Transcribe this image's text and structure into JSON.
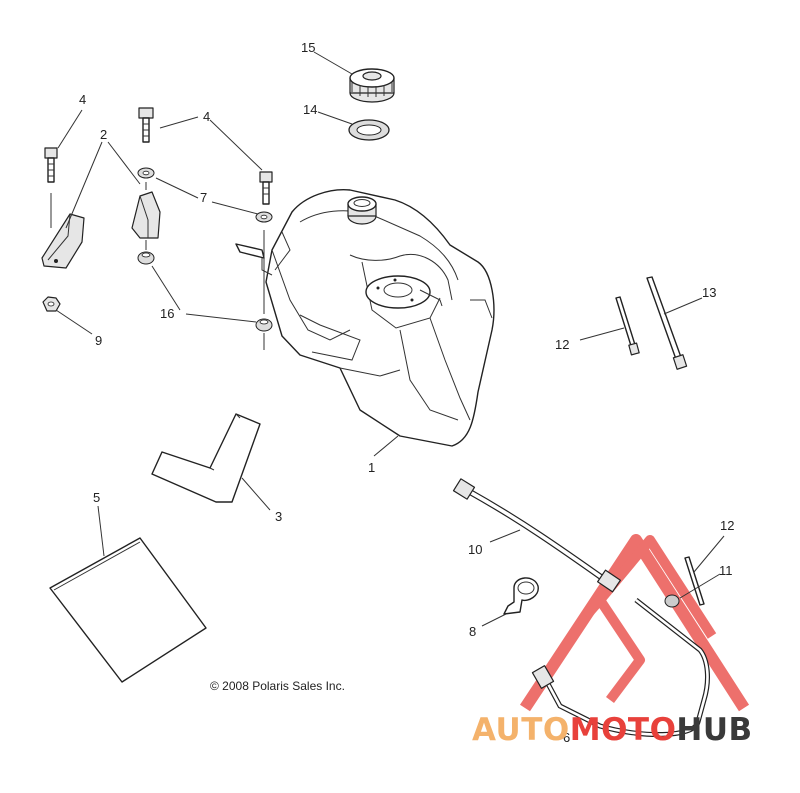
{
  "callouts": {
    "c1": "1",
    "c2": "2",
    "c3": "3",
    "c4a": "4",
    "c4b": "4",
    "c5": "5",
    "c6": "6",
    "c7": "7",
    "c8": "8",
    "c9": "9",
    "c10": "10",
    "c11": "11",
    "c12a": "12",
    "c12b": "12",
    "c13": "13",
    "c14": "14",
    "c15": "15",
    "c16": "16"
  },
  "copyright": "© 2008 Polaris Sales Inc.",
  "watermark": {
    "part1": "AUTO",
    "part2": "MOTO",
    "part3": "HUB",
    "color_orange": "#f4b26b",
    "color_red": "#e8413b",
    "color_dark": "#3a3a3a"
  },
  "colors": {
    "line": "#222222",
    "background": "#ffffff"
  }
}
